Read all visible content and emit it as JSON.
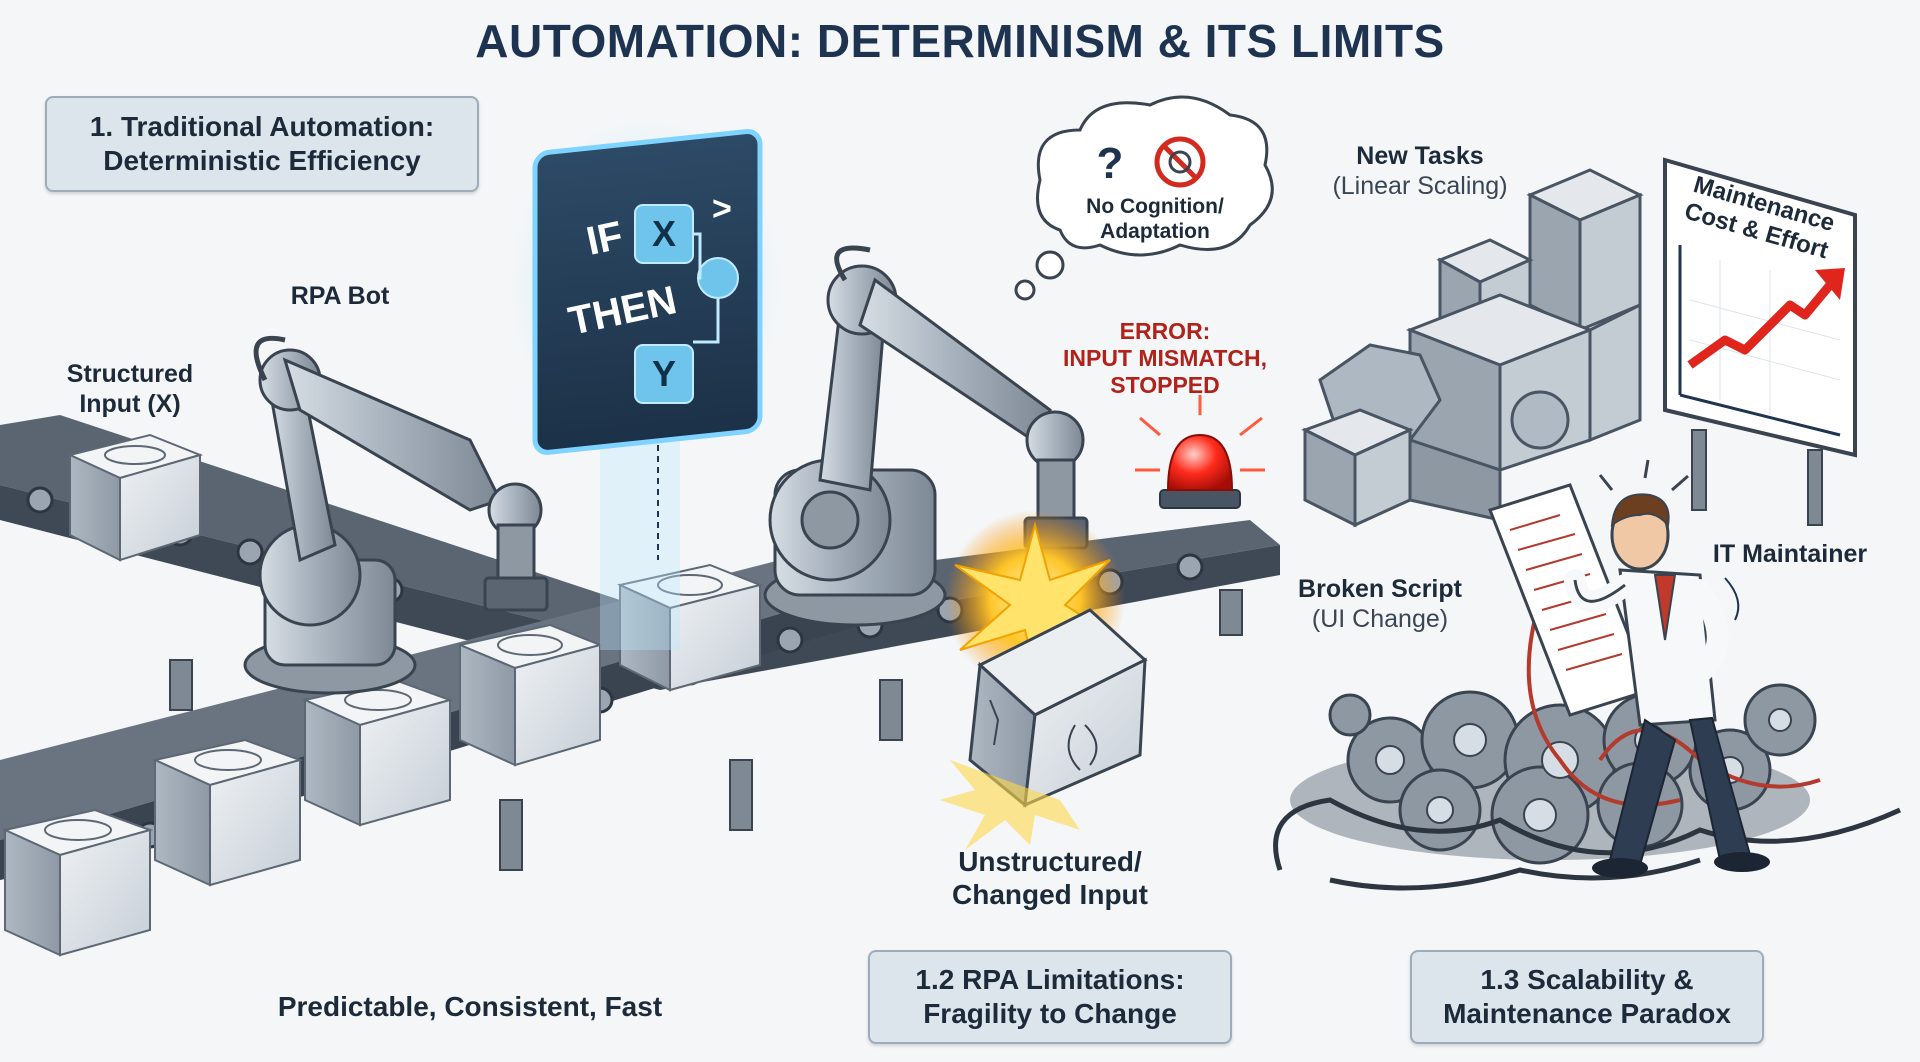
{
  "title": "AUTOMATION: DETERMINISM & ITS LIMITS",
  "section1": {
    "line1": "1. Traditional Automation:",
    "line2": "Deterministic Efficiency"
  },
  "labels": {
    "rpa_bot": "RPA Bot",
    "structured_input_1": "Structured",
    "structured_input_2": "Input (X)",
    "tagline": "Predictable, Consistent, Fast",
    "unstructured_1": "Unstructured/",
    "unstructured_2": "Changed Input",
    "error_1": "ERROR:",
    "error_2": "INPUT MISMATCH,",
    "error_3": "STOPPED",
    "thought_1": "No Cognition/",
    "thought_2": "Adaptation",
    "thought_q": "?",
    "new_tasks": "New Tasks",
    "linear_scaling": "(Linear Scaling)",
    "broken_script": "Broken Script",
    "ui_change": "(UI Change)",
    "it_maintainer": "IT Maintainer"
  },
  "rule_screen": {
    "if": "IF",
    "x": "X",
    "gt": ">",
    "then": "THEN",
    "y": "Y"
  },
  "chart_sign": {
    "line1": "Maintenance",
    "line2": "Cost & Effort"
  },
  "section12": {
    "line1": "1.2 RPA Limitations:",
    "line2": "Fragility to Change"
  },
  "section13": {
    "line1": "1.3 Scalability &",
    "line2": "Maintenance Paradox"
  },
  "colors": {
    "title": "#1e3350",
    "panel_bg": "#dde5ec",
    "screen_glow": "#7fd3ff",
    "error_red": "#b0221a",
    "trend_red": "#e0261c",
    "belt": "#4a5563",
    "metal": "#b9c3cd"
  }
}
